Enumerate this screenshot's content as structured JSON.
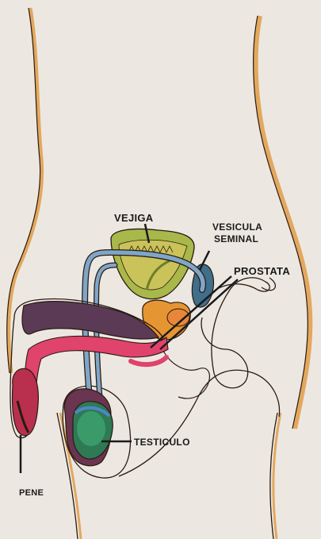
{
  "labels": {
    "vejiga": "VEJIGA",
    "vesicula_line1": "VESICULA",
    "vesicula_line2": "SEMINAL",
    "prostata": "PROSTATA",
    "testiculo": "TESTICULO",
    "pene": "PENE"
  },
  "colors": {
    "background": "#ece8e1",
    "skin_outline": "#e3a85e",
    "bladder": "#a8b84a",
    "seminal_vesicle": "#3f6f8a",
    "prostate": "#e69533",
    "vas_deferens": "#7fa6c8",
    "urethra": "#e0436c",
    "corpus_cavernosum": "#5a3a55",
    "testicle": "#2e7a55",
    "epididymis": "#6a3550",
    "leader_line": "#1a1a1a"
  }
}
